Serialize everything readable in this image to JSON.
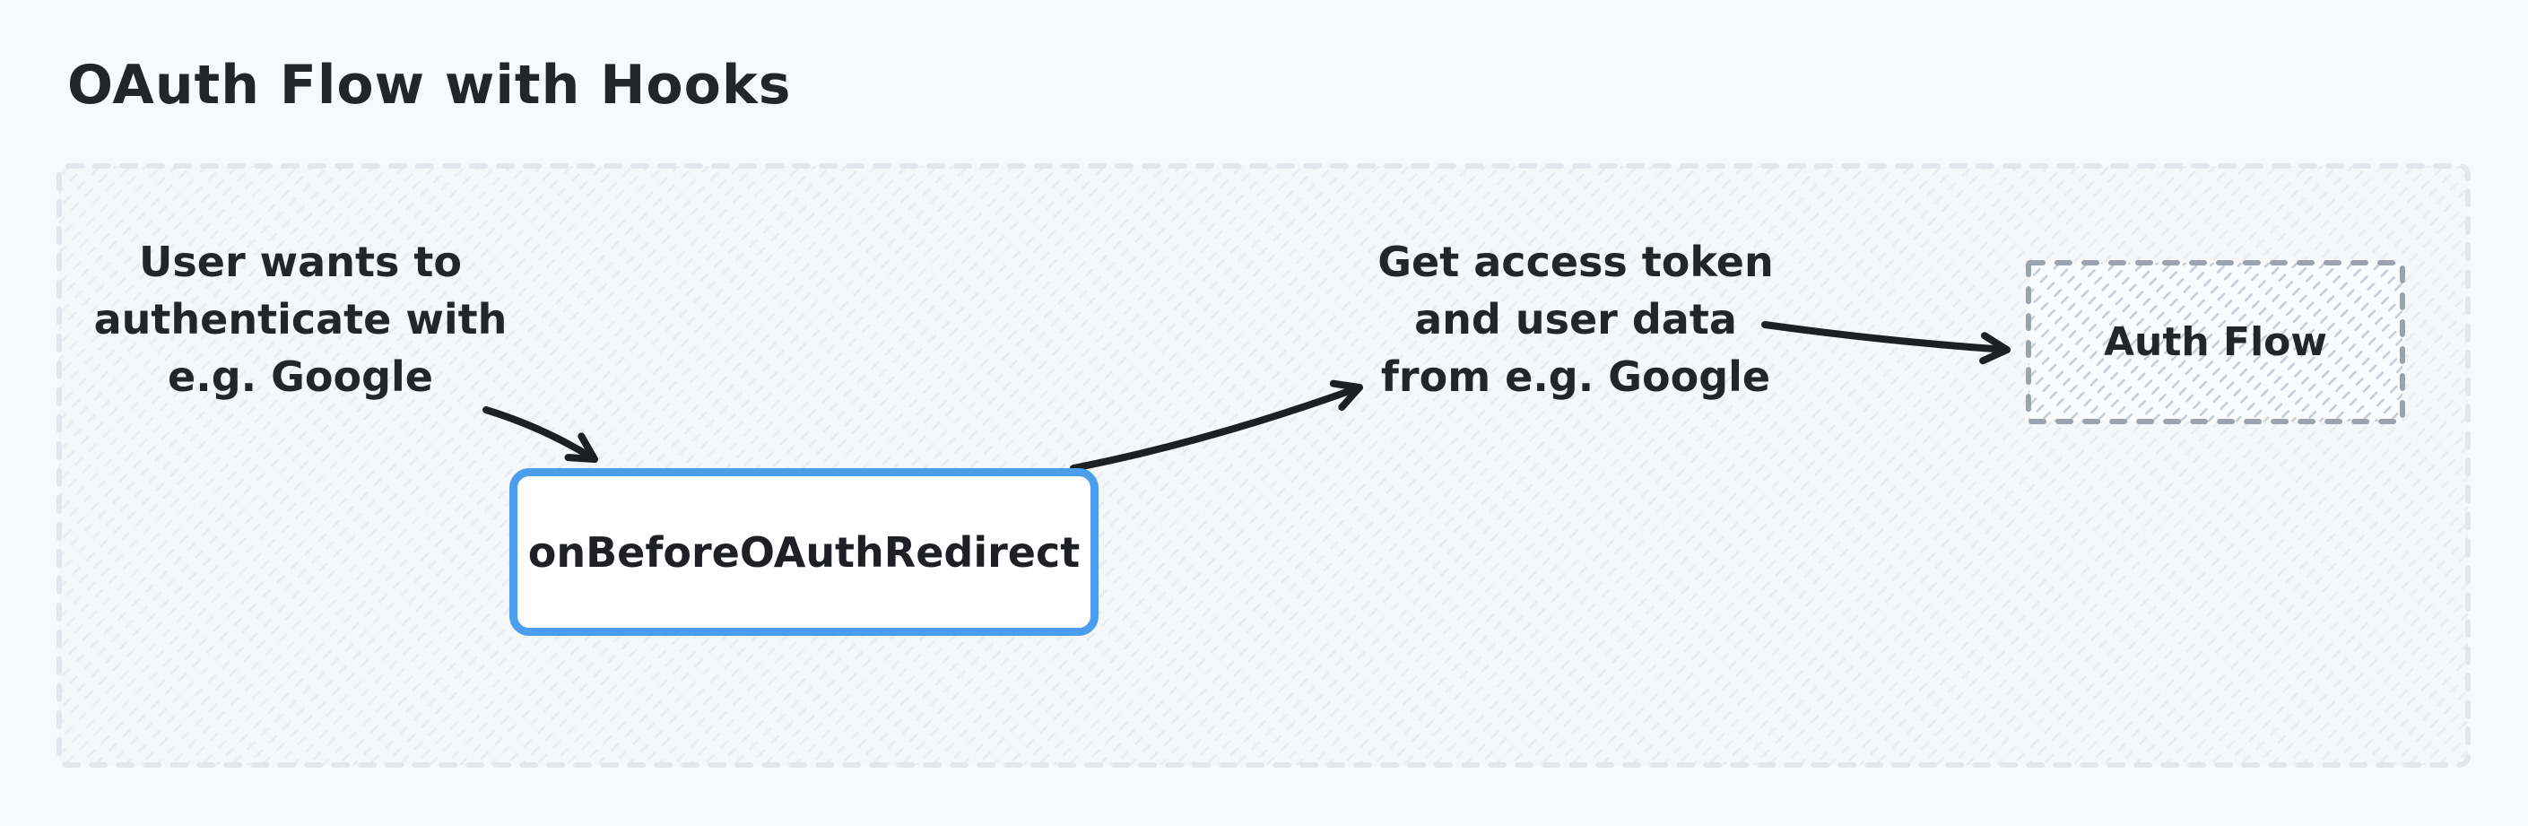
{
  "title": "OAuth Flow with Hooks",
  "canvas": {
    "background": "#f8f9fb"
  },
  "colors": {
    "ink": "#232528",
    "arrow": "#1d1f21",
    "accent_blue": "#4a9eed",
    "container_dash": "#e3e6ea",
    "container_hatch": "#e9ecf0",
    "auth_node_dash": "#9aa3ae",
    "auth_node_hatch": "#c4ccd5"
  },
  "diagram": {
    "notes": [
      {
        "id": "note-user-intent",
        "lines": [
          "User wants to",
          "authenticate with",
          "e.g. Google"
        ]
      },
      {
        "id": "note-token-exchange",
        "lines": [
          "Get access token",
          "and user data",
          "from e.g. Google"
        ]
      }
    ],
    "nodes": [
      {
        "id": "hook-node",
        "label": "onBeforeOAuthRedirect"
      },
      {
        "id": "auth-flow-node",
        "label": "Auth Flow"
      }
    ]
  }
}
